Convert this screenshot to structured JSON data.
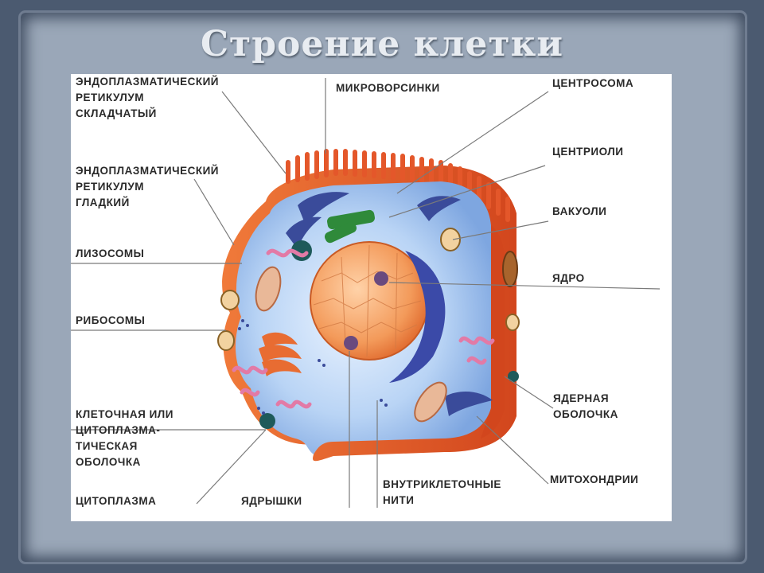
{
  "title": "Строение клетки",
  "labels": {
    "er_rough": "ЭНДОПЛАЗМАТИЧЕСКИЙ\nРЕТИКУЛУМ\nСКЛАДЧАТЫЙ",
    "er_smooth": "ЭНДОПЛАЗМАТИЧЕСКИЙ\nРЕТИКУЛУМ\nГЛАДКИЙ",
    "lysosomes": "ЛИЗОСОМЫ",
    "ribosomes": "РИБОСОМЫ",
    "membrane": "КЛЕТОЧНАЯ ИЛИ\nЦИТОПЛАЗМА-\nТИЧЕСКАЯ\nОБОЛОЧКА",
    "cytoplasm": "ЦИТОПЛАЗМА",
    "nucleoli": "ЯДРЫШКИ",
    "filaments": "ВНУТРИКЛЕТОЧНЫЕ\nНИТИ",
    "microvilli": "МИКРОВОРСИНКИ",
    "centrosome": "ЦЕНТРОСОМА",
    "centrioles": "ЦЕНТРИОЛИ",
    "vacuoles": "ВАКУОЛИ",
    "nucleus": "ЯДРО",
    "nuclear_envelope": "ЯДЕРНАЯ\nОБОЛОЧКА",
    "mitochondria": "МИТОХОНДРИИ"
  }
}
